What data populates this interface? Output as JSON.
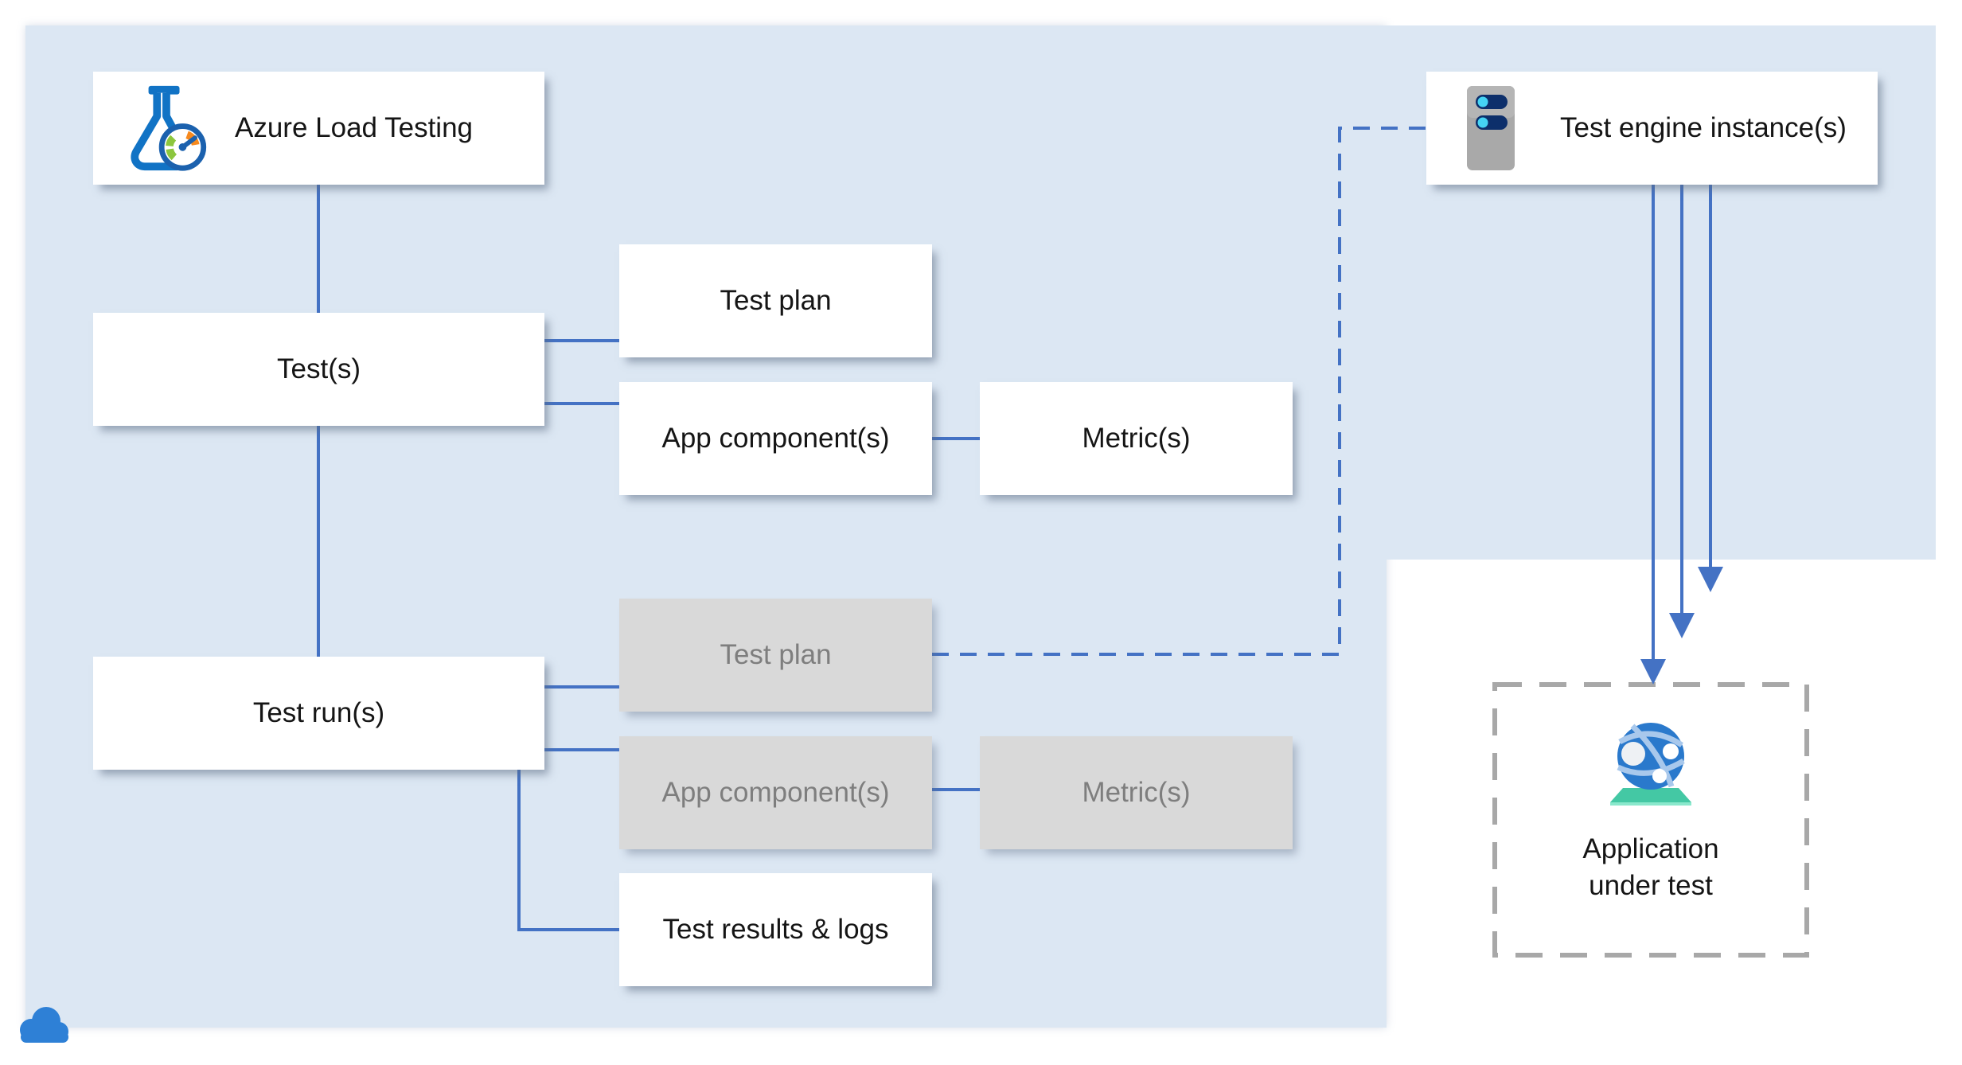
{
  "colors": {
    "panel_background": "#dce7f3",
    "connector_blue": "#4472c4",
    "box_white": "#ffffff",
    "box_gray": "#d9d9d9",
    "box_gray_text": "#7e7e7e",
    "box_text": "#151515",
    "dashed_border_gray": "#a8a8a8"
  },
  "nodes": {
    "azure_load_testing": {
      "label": "Azure Load Testing",
      "icon": "load-testing-flask-gauge-icon",
      "variant": "white"
    },
    "tests": {
      "label": "Test(s)",
      "variant": "white"
    },
    "test_plan": {
      "label": "Test plan",
      "variant": "white"
    },
    "app_components": {
      "label": "App component(s)",
      "variant": "white"
    },
    "metrics": {
      "label": "Metric(s)",
      "variant": "white"
    },
    "test_runs": {
      "label": "Test run(s)",
      "variant": "white"
    },
    "test_plan_run": {
      "label": "Test plan",
      "variant": "gray"
    },
    "app_components_run": {
      "label": "App component(s)",
      "variant": "gray"
    },
    "metrics_run": {
      "label": "Metric(s)",
      "variant": "gray"
    },
    "test_results": {
      "label": "Test results & logs",
      "variant": "white"
    },
    "test_engine": {
      "label": "Test engine instance(s)",
      "icon": "server-icon",
      "variant": "white"
    },
    "app_under_test": {
      "label_line1": "Application",
      "label_line2": "under test",
      "icon": "globe-app-icon",
      "variant": "dashed-gray"
    }
  },
  "edges": [
    {
      "from": "azure_load_testing",
      "to": "tests",
      "style": "solid"
    },
    {
      "from": "tests",
      "to": "test_runs",
      "style": "solid"
    },
    {
      "from": "tests",
      "to": "test_plan",
      "style": "solid"
    },
    {
      "from": "tests",
      "to": "app_components",
      "style": "solid"
    },
    {
      "from": "app_components",
      "to": "metrics",
      "style": "solid"
    },
    {
      "from": "test_runs",
      "to": "test_plan_run",
      "style": "solid"
    },
    {
      "from": "test_runs",
      "to": "app_components_run",
      "style": "solid"
    },
    {
      "from": "app_components_run",
      "to": "metrics_run",
      "style": "solid"
    },
    {
      "from": "test_runs",
      "to": "test_results",
      "style": "solid-elbow"
    },
    {
      "from": "test_plan_run",
      "to": "test_engine",
      "style": "dashed-elbow"
    },
    {
      "from": "test_engine",
      "to": "app_under_test",
      "style": "arrow",
      "count": 3
    }
  ],
  "decorations": {
    "corner_icon": "cloud-icon"
  }
}
